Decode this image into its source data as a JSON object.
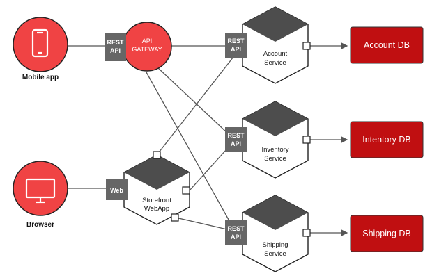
{
  "clients": {
    "mobile": {
      "label": "Mobile app",
      "icon": "smartphone-icon"
    },
    "browser": {
      "label": "Browser",
      "icon": "monitor-icon"
    }
  },
  "gateway": {
    "line1": "API",
    "line2": "GATEWAY"
  },
  "interfaces": {
    "rest_line1": "REST",
    "rest_line2": "API",
    "web": "Web"
  },
  "storefront": {
    "line1": "Storefront",
    "line2": "WebApp"
  },
  "services": [
    {
      "line1": "Account",
      "line2": "Service"
    },
    {
      "line1": "Inventory",
      "line2": "Service"
    },
    {
      "line1": "Shipping",
      "line2": "Service"
    }
  ],
  "databases": [
    {
      "label": "Account DB"
    },
    {
      "label": "Intentory DB"
    },
    {
      "label": "Shipping DB"
    }
  ],
  "colors": {
    "accent_red": "#f04344",
    "db_red": "#c00f11",
    "dark_gray": "#4d4d4d",
    "mid_gray": "#666666",
    "line_gray": "#555555"
  }
}
